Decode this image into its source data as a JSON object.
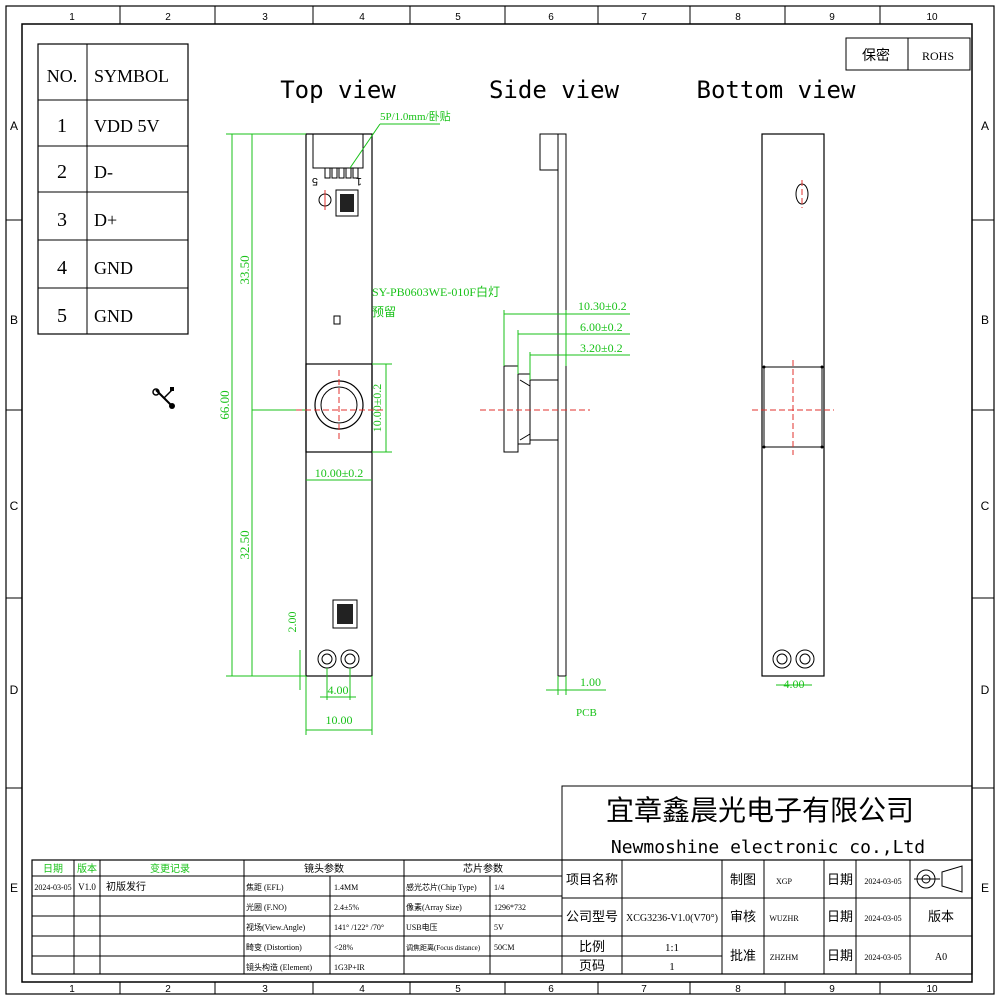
{
  "grid": {
    "cols": [
      "1",
      "2",
      "3",
      "4",
      "5",
      "6",
      "7",
      "8",
      "9",
      "10"
    ],
    "rows": [
      "A",
      "B",
      "C",
      "D",
      "E"
    ]
  },
  "pin_table": {
    "header_no": "NO.",
    "header_symbol": "SYMBOL",
    "rows": [
      {
        "no": "1",
        "symbol": "VDD 5V"
      },
      {
        "no": "2",
        "symbol": "D-"
      },
      {
        "no": "3",
        "symbol": "D+"
      },
      {
        "no": "4",
        "symbol": "GND"
      },
      {
        "no": "5",
        "symbol": "GND"
      }
    ]
  },
  "badges": {
    "secret": "保密",
    "rohs": "ROHS"
  },
  "views": {
    "top": "Top view",
    "side": "Side view",
    "bottom": "Bottom view"
  },
  "annotations": {
    "connector": "5P/1.0mm/卧贴",
    "led_line1": "SY-PB0603WE-010F白灯",
    "led_line2": "预留",
    "pin_5": "5",
    "pin_1": "1",
    "pcb": "PCB"
  },
  "dims": {
    "total_len": "66.00",
    "upper_len": "33.50",
    "lower_len": "32.50",
    "lens_h": "10.00±0.2",
    "lens_w": "10.00±0.2",
    "hole_off": "2.00",
    "hole_pitch": "4.00",
    "board_w": "10.00",
    "side_1030": "10.30±0.2",
    "side_600": "6.00±0.2",
    "side_320": "3.20±0.2",
    "pcb_thick": "1.00",
    "bottom_pitch": "4.00"
  },
  "company": {
    "cn": "宜章鑫晨光电子有限公司",
    "en": "Newmoshine  electronic co.,Ltd"
  },
  "revision": {
    "headers": [
      "日期",
      "版本",
      "变更记录"
    ],
    "row": [
      "2024-03-05",
      "V1.0",
      "初版发行"
    ]
  },
  "lens_params": {
    "title": "镜头参数",
    "rows": [
      [
        "焦距 (EFL)",
        "1.4MM"
      ],
      [
        "光圈 (F.NO)",
        "2.4±5%"
      ],
      [
        "视场(View.Angle)",
        "141° /122° /70°"
      ],
      [
        "畸变 (Distortion)",
        "<28%"
      ],
      [
        "镜头构造 (Element)",
        "1G3P+IR"
      ]
    ]
  },
  "chip_params": {
    "title": "芯片参数",
    "rows": [
      [
        "感光芯片(Chip Type)",
        "1/4"
      ],
      [
        "像素(Array Size)",
        "1296*732"
      ],
      [
        "USB电压",
        "5V"
      ],
      [
        "调焦距离(Focus distance)",
        "50CM"
      ],
      [
        "",
        ""
      ]
    ]
  },
  "title_block": {
    "project_label": "项目名称",
    "model_label": "公司型号",
    "model_value": "XCG3236-V1.0(V70°)",
    "scale_label": "比例",
    "scale_value": "1:1",
    "page_label": "页码",
    "page_value": "1",
    "draw_label": "制图",
    "draw_name": "XGP",
    "check_label": "审核",
    "check_name": "WUZHR",
    "approve_label": "批准",
    "approve_name": "ZHZHM",
    "date_label": "日期",
    "date1": "2024-03-05",
    "date2": "2024-03-05",
    "date3": "2024-03-05",
    "version_label": "版本",
    "version_value": "A0"
  },
  "colors": {
    "dimension": "#19c219",
    "centerline": "#e0302c"
  }
}
